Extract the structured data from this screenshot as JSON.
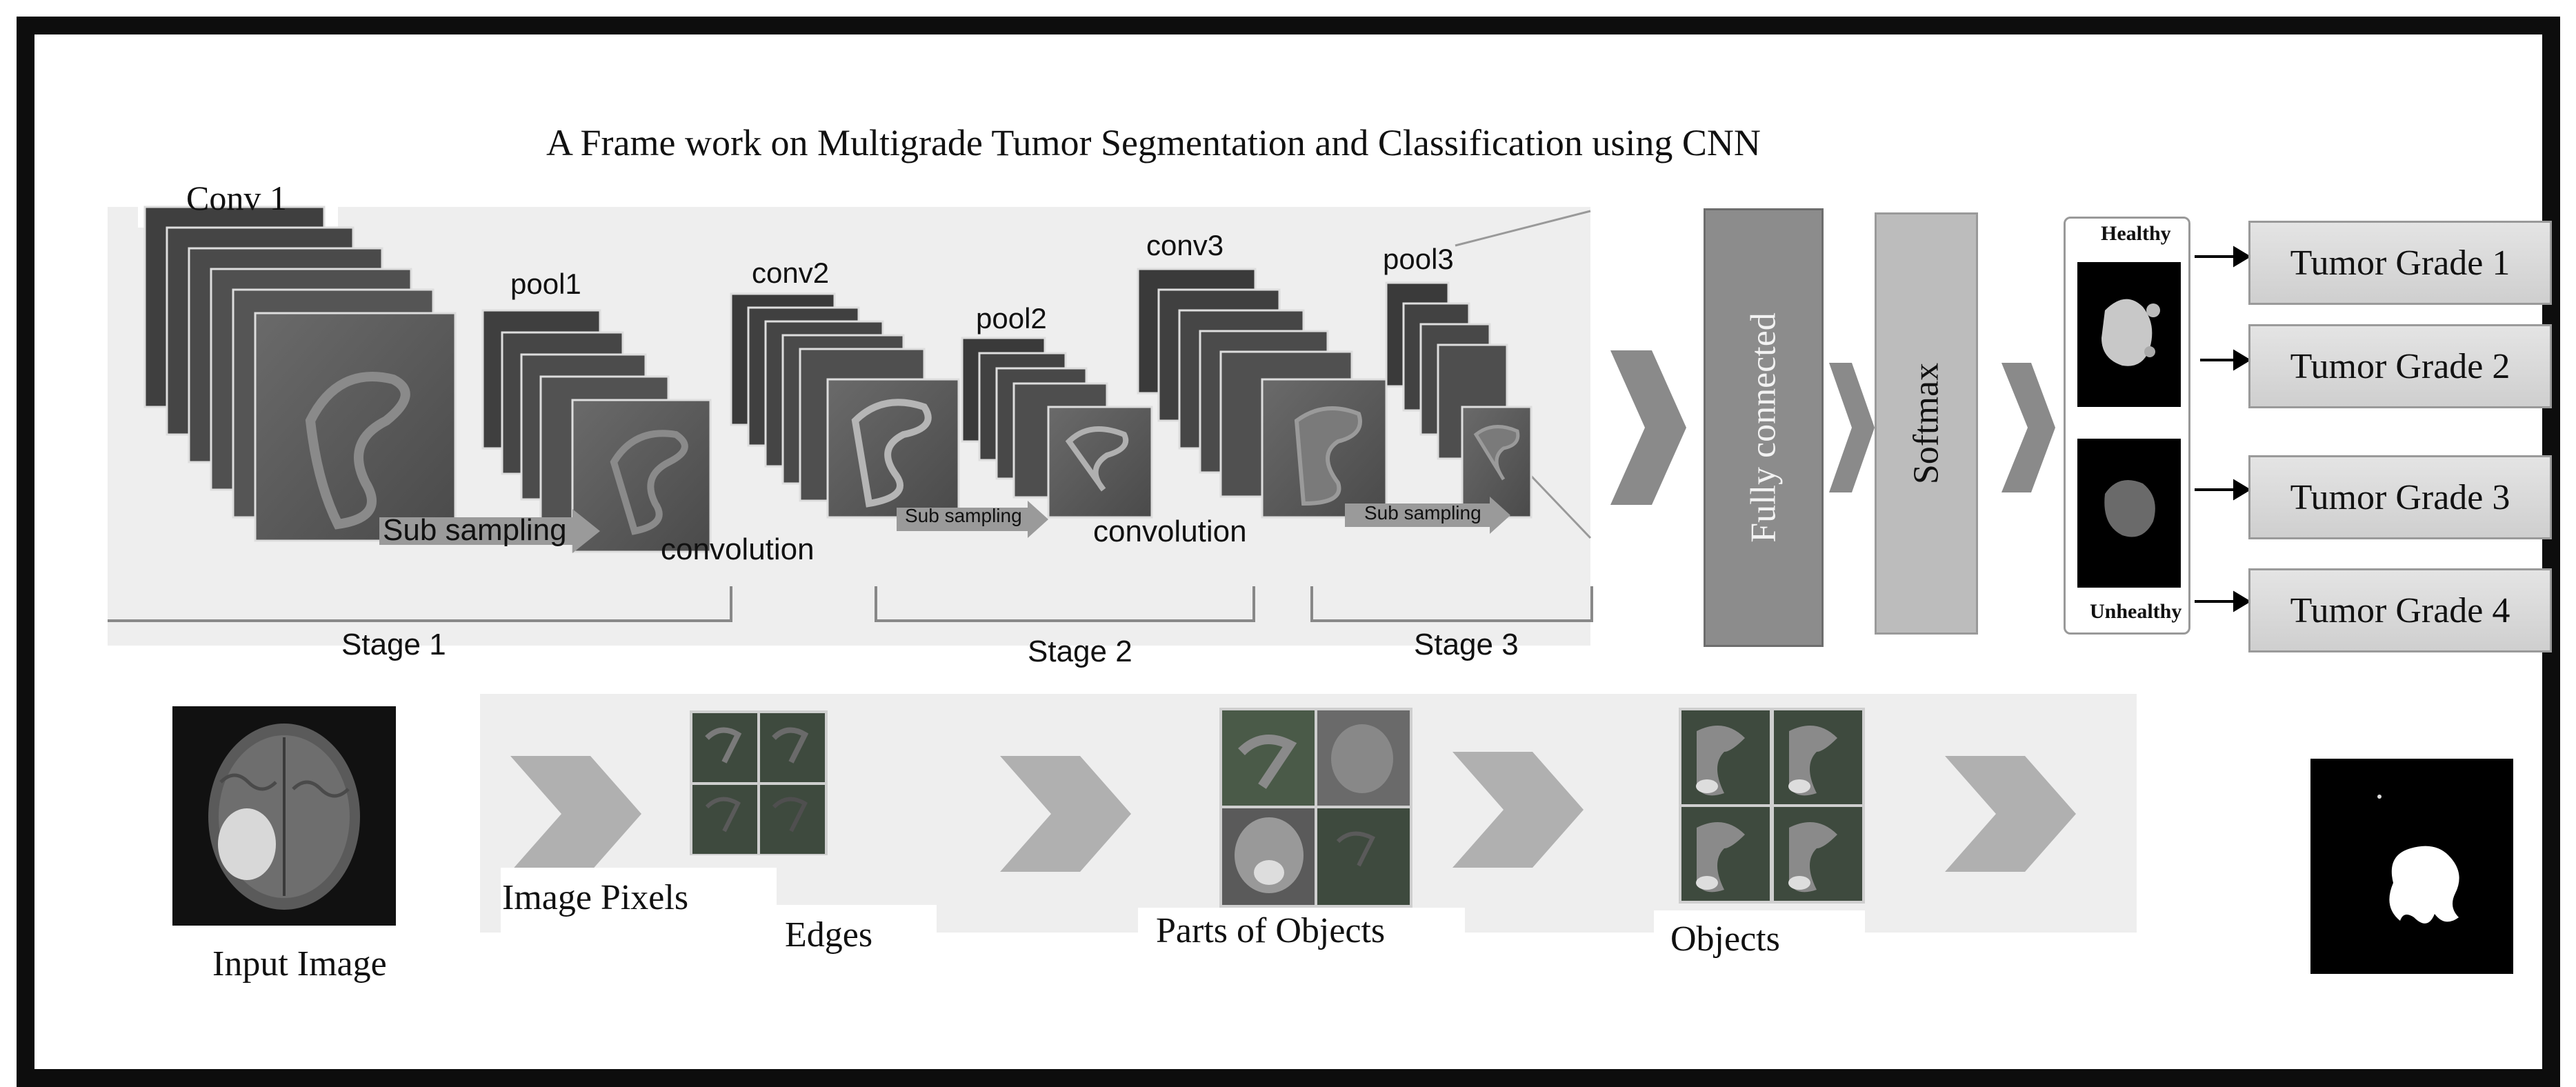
{
  "title": "A Frame work on Multigrade Tumor Segmentation and Classification using CNN",
  "cnn": {
    "conv1": "Conv 1",
    "pool1": "pool1",
    "conv2": "conv2",
    "pool2": "pool2",
    "conv3": "conv3",
    "pool3": "pool3",
    "sub_sampling_1": "Sub sampling",
    "sub_sampling_2": "Sub sampling",
    "sub_sampling_3": "Sub sampling",
    "convolution_1": "convolution",
    "convolution_2": "convolution",
    "stage1": "Stage 1",
    "stage2": "Stage 2",
    "stage3": "Stage 3"
  },
  "classifier": {
    "fully_connected": "Fully connected",
    "softmax": "Softmax",
    "healthy": "Healthy",
    "unhealthy": "Unhealthy",
    "grades": [
      "Tumor Grade 1",
      "Tumor Grade 2",
      "Tumor Grade 3",
      "Tumor Grade 4"
    ]
  },
  "features": {
    "input_image": "Input Image",
    "image_pixels": "Image Pixels",
    "edges": "Edges",
    "parts_of_objects": "Parts of Objects",
    "objects": "Objects"
  },
  "colors": {
    "dark_box": "#8c8c8c",
    "light_box": "#bcbcbc",
    "chevron": "#8a8a8a",
    "panel_bg": "#eeeeee"
  }
}
